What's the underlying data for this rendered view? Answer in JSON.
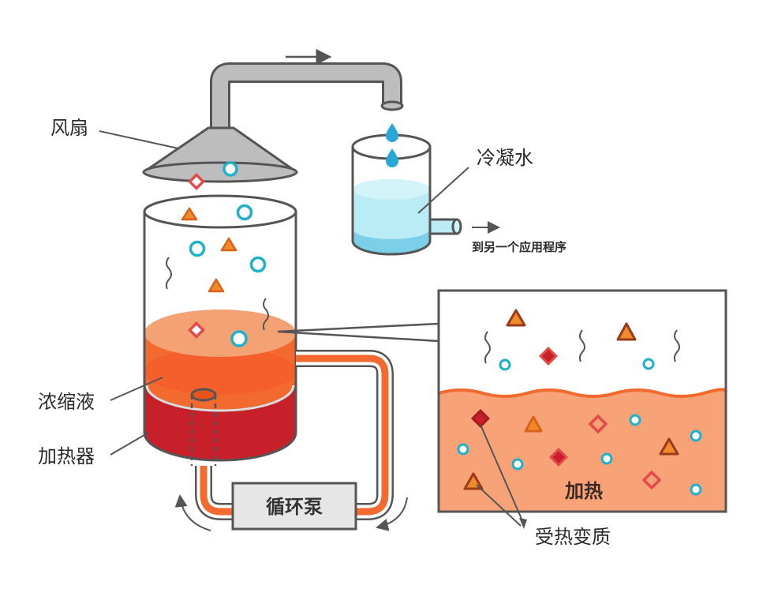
{
  "labels": {
    "fan": "风扇",
    "condensate": "冷凝水",
    "to_other_app": "到另一个应用程序",
    "concentrate": "浓缩液",
    "heater": "加热器",
    "circulation_pump": "循环泵",
    "heating": "加热",
    "heat_degradation": "受热变质"
  },
  "colors": {
    "outline": "#555555",
    "steel": "#bdbdbd",
    "water_light": "#b9ecf4",
    "water_deep": "#7ccfe8",
    "drop": "#29a8d8",
    "liquid_top": "#f4a174",
    "liquid_mid": "#f26a2d",
    "liquid_dark": "#e8531c",
    "heater": "#c8202a",
    "pipe": "#f26a2d",
    "zoom_liquid": "#f7a377",
    "particle_orange": "#f08a2a",
    "particle_red": "#e34b4b",
    "particle_cyan": "#1fb1c9"
  },
  "icons": [
    "water-drop-icon",
    "flow-arrow-icon",
    "steam-wave-icon",
    "rotation-arrow-icon"
  ]
}
